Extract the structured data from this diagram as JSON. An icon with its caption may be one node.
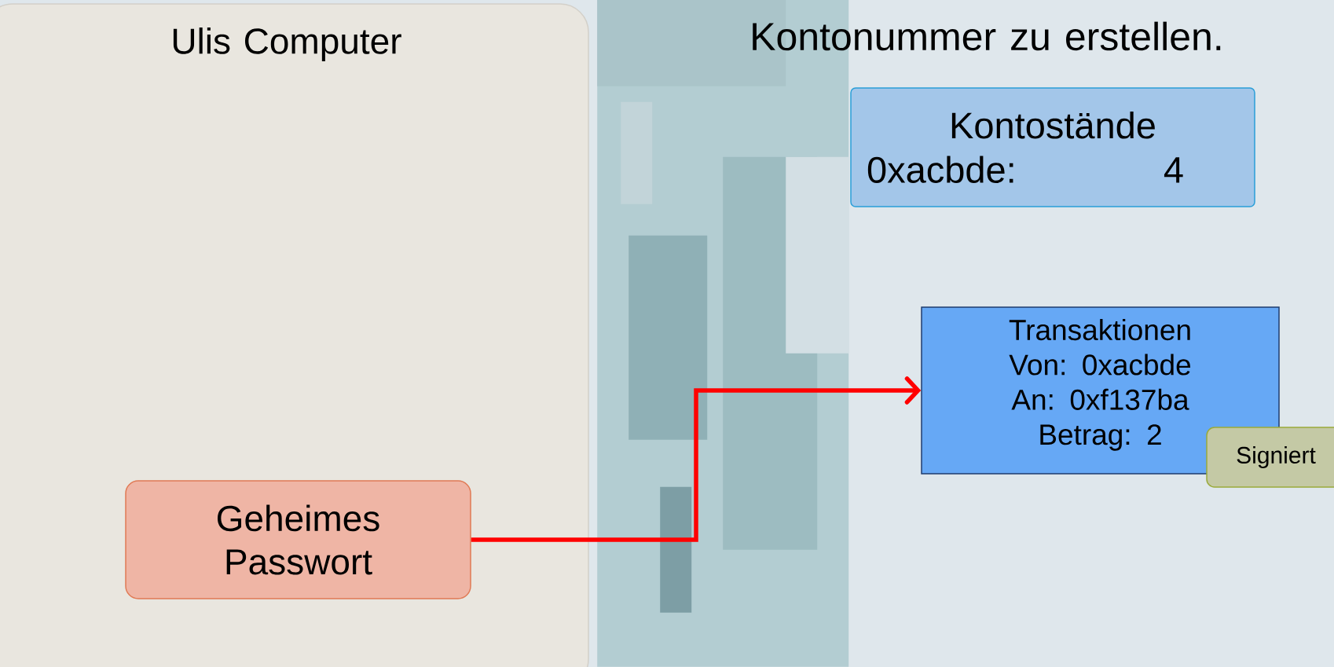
{
  "diagram": {
    "nodes": [
      {
        "text": [
          "Ulis Computer"
        ]
      },
      {
        "text": [
          "Geheimes Passwort"
        ],
        "in": 0
      },
      {
        "text": [
          "Kontostände",
          "0xacbde:",
          "4"
        ]
      },
      {
        "text": [
          "Transaktionen",
          "Von: 0xacbde",
          "An: 0xf137ba",
          "Betrag: 2"
        ]
      },
      {
        "text": [
          "Signiert"
        ]
      }
    ],
    "edges": [
      {
        "from": 1,
        "to": 3,
        "arrow": "to",
        "color": "#ff0000"
      }
    ],
    "labels": [
      "Kontonummer zu erstellen."
    ]
  }
}
